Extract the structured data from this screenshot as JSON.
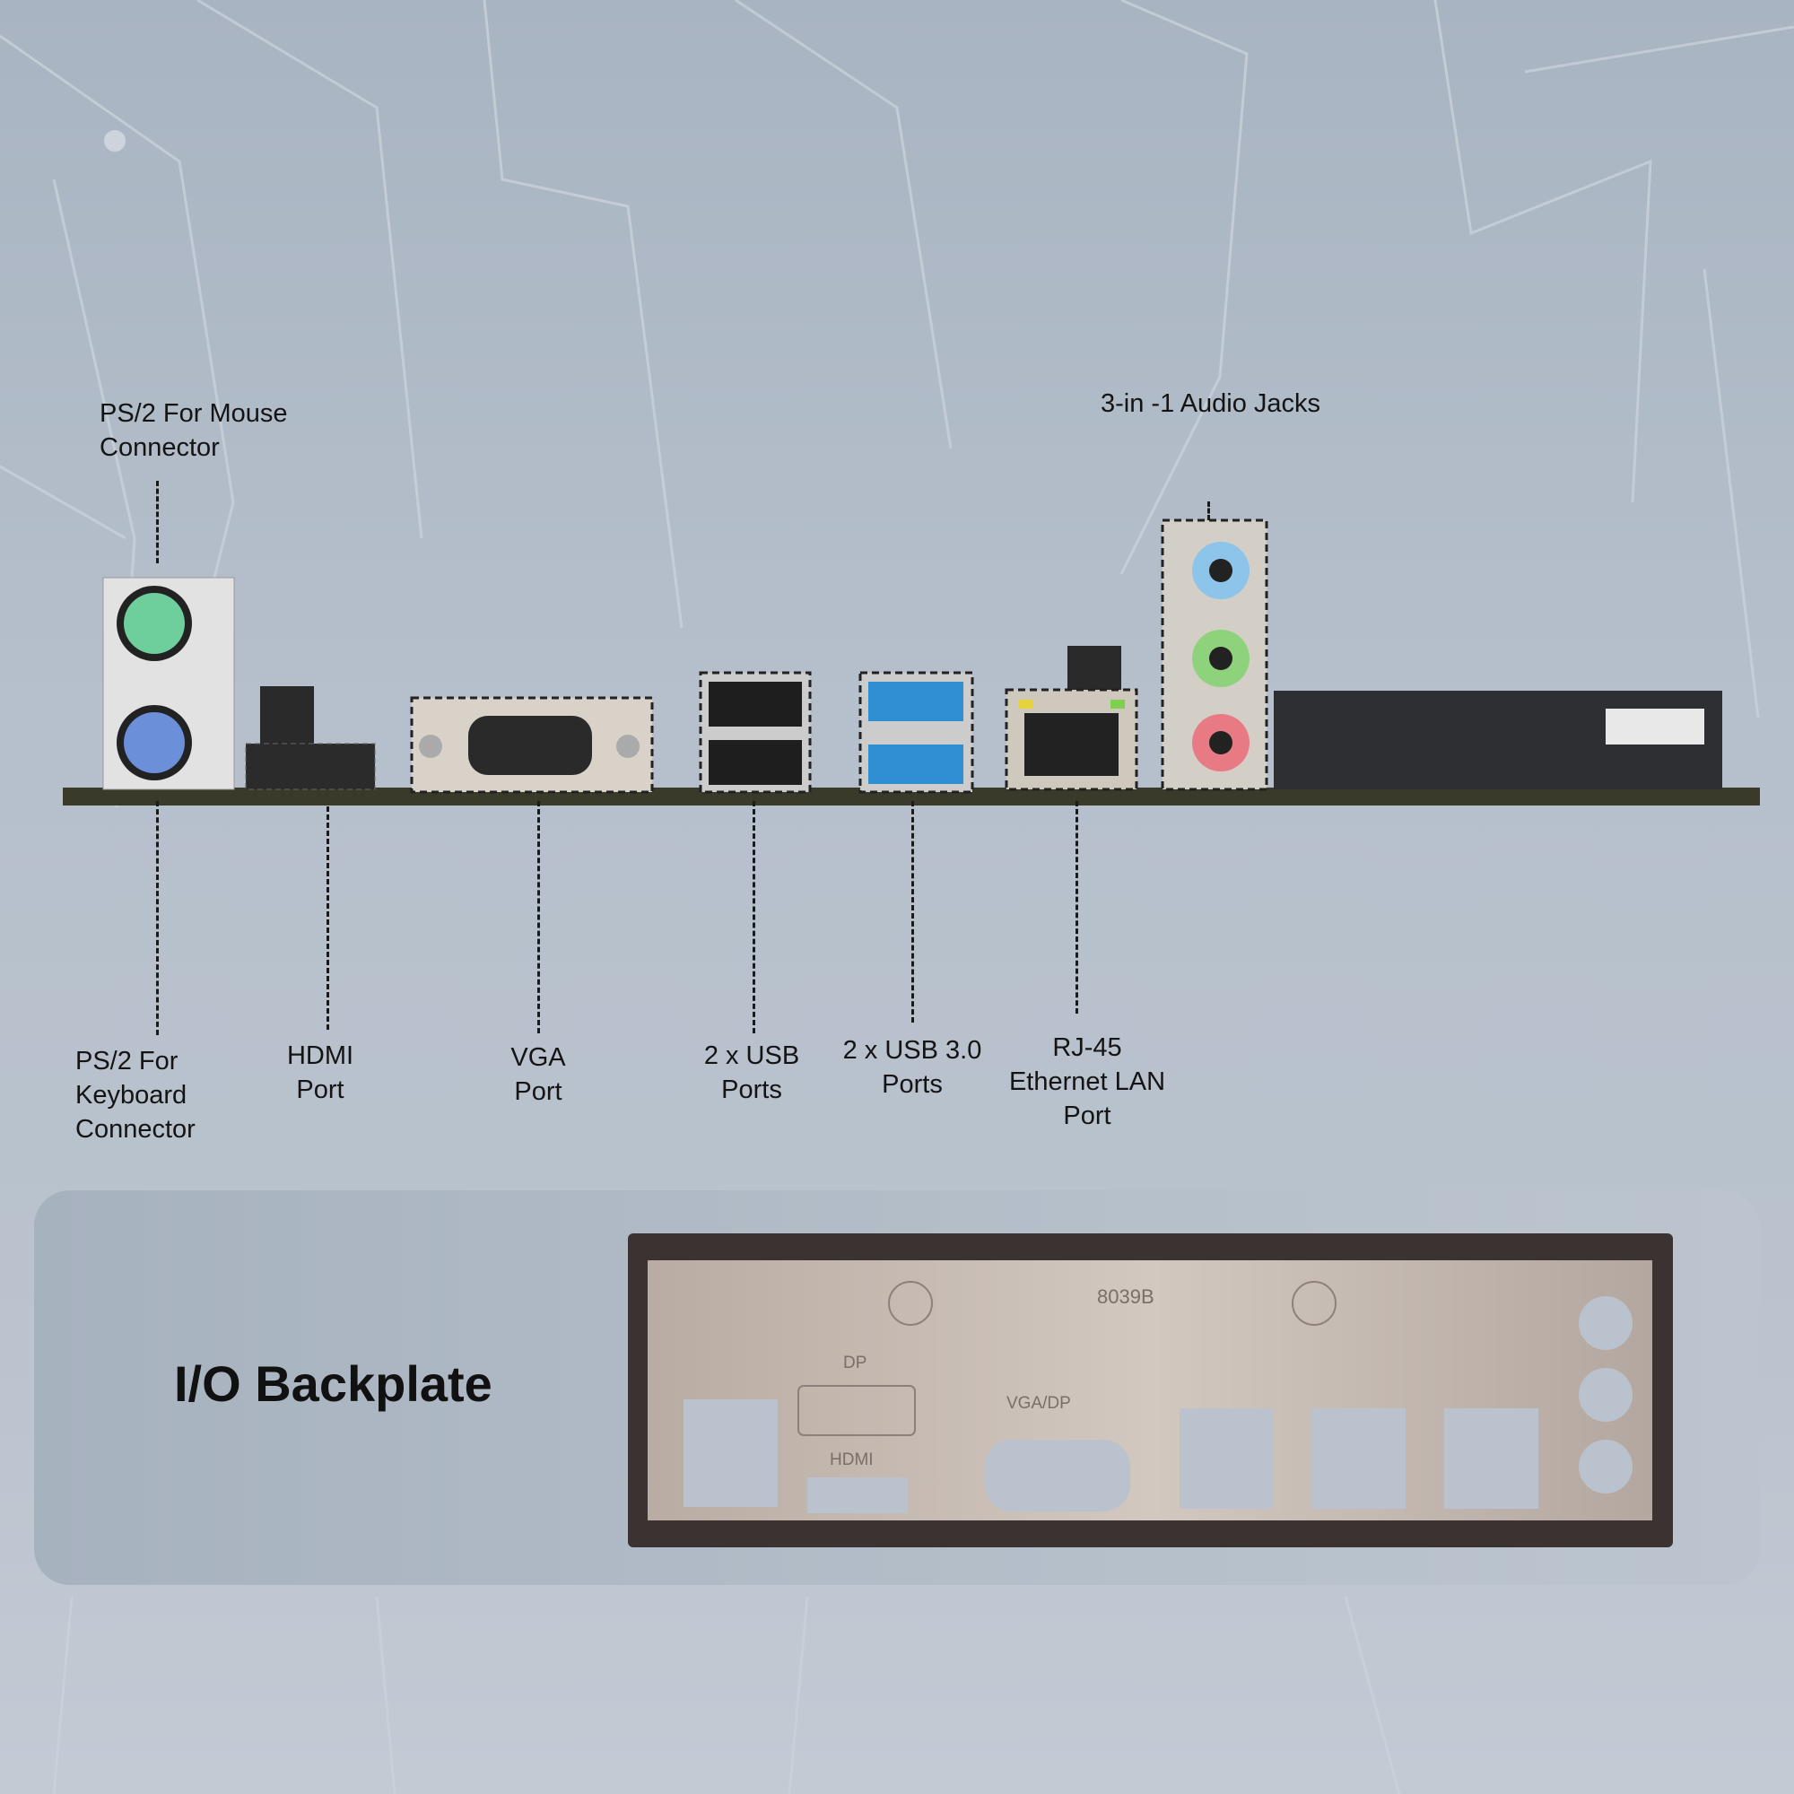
{
  "labels": {
    "ps2_mouse": "PS/2 For Mouse\nConnector",
    "audio": "3-in -1 Audio Jacks",
    "ps2_keyboard": "PS/2 For\nKeyboard\nConnector",
    "hdmi": "HDMI\nPort",
    "vga": "VGA\nPort",
    "usb": "2 x USB\nPorts",
    "usb3": "2 x USB 3.0\nPorts",
    "rj45": "RJ-45\nEthernet LAN\nPort"
  },
  "backplate": {
    "title": "I/O Backplate",
    "engravings": {
      "model": "8039B",
      "dp": "DP",
      "hdmi": "HDMI",
      "vga_dp": "VGA/DP"
    }
  },
  "colors": {
    "ps2_mouse": "#6fcf9c",
    "ps2_keyboard": "#6b8fd8",
    "usb3": "#2f8fd0",
    "audio_blue": "#8cc4ea",
    "audio_green": "#8ed27c",
    "audio_pink": "#e87a84"
  }
}
